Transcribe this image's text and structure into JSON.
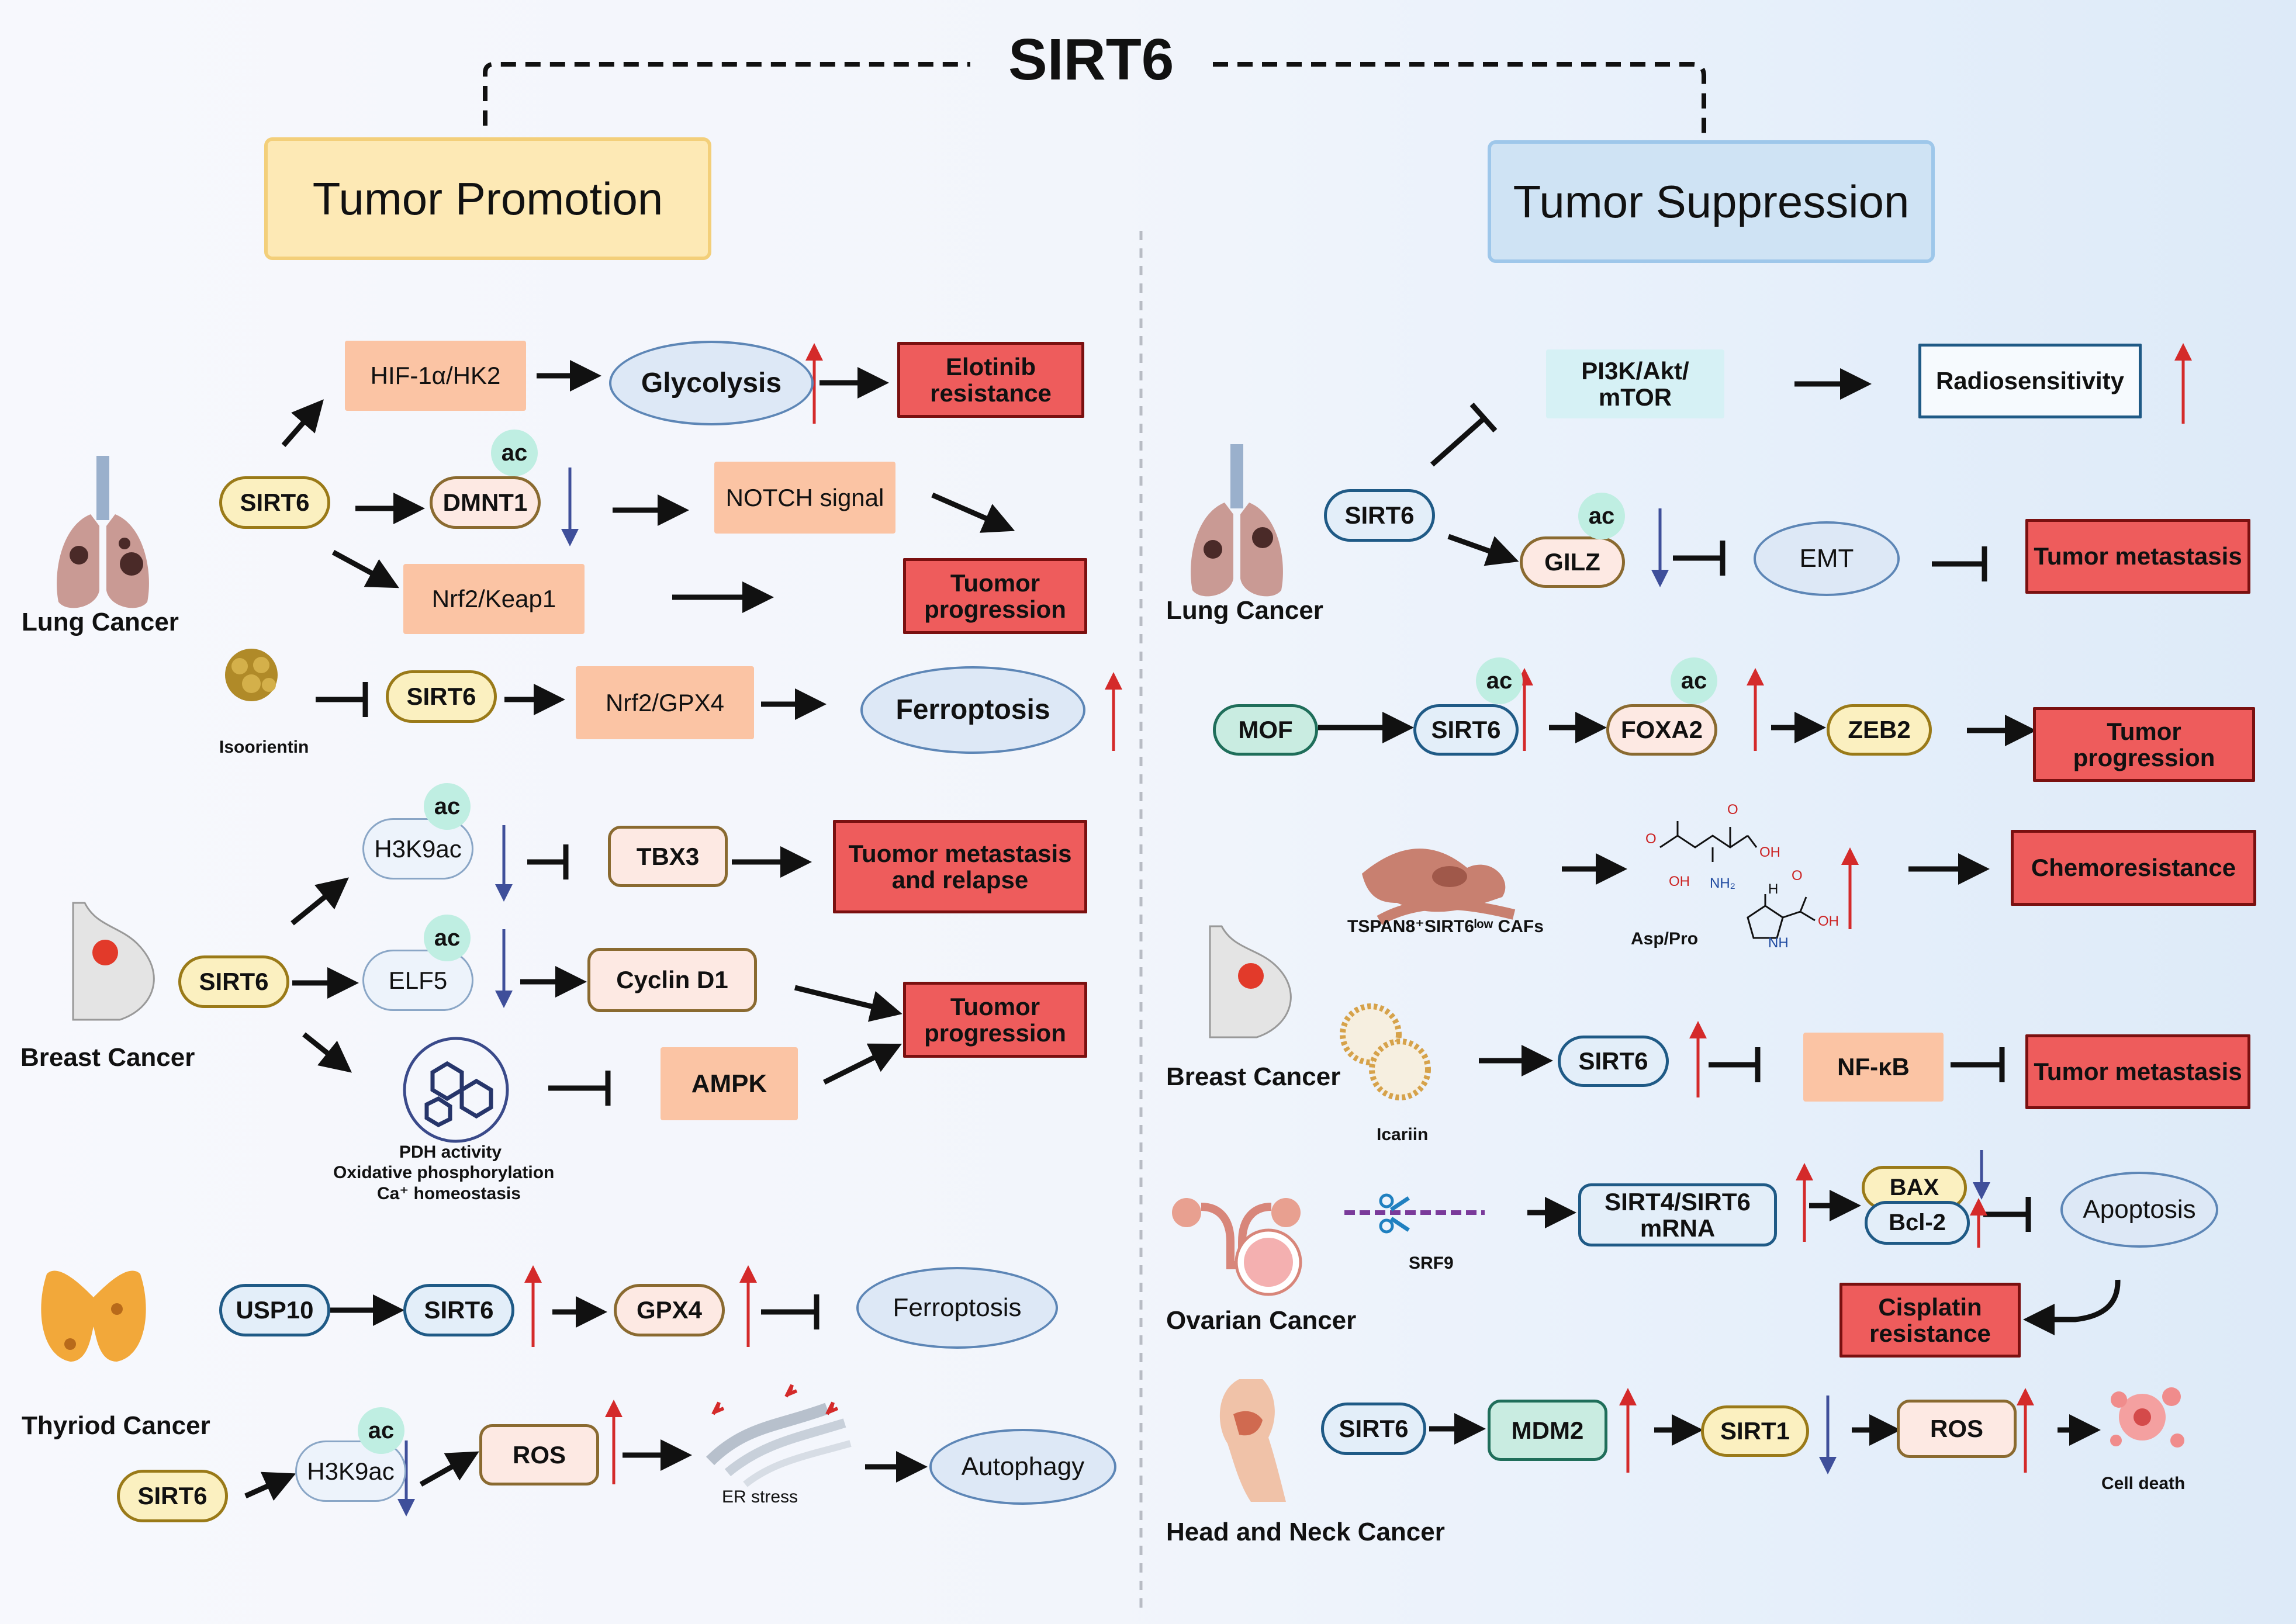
{
  "title": "SIRT6",
  "branches": {
    "promotion": "Tumor Promotion",
    "suppression": "Tumor Suppression"
  },
  "ac": "ac",
  "left": {
    "lung": {
      "label": "Lung Cancer",
      "hif": "HIF-1α/HK2",
      "glycolysis": "Glycolysis",
      "elotinib": "Elotinib resistance",
      "sirt6": "SIRT6",
      "dmnt1": "DMNT1",
      "notch": "NOTCH signal",
      "nrf2keap": "Nrf2/Keap1",
      "progression": "Tuomor progression",
      "isoorientin": "Isoorientin",
      "sirt6b": "SIRT6",
      "nrf2gpx4": "Nrf2/GPX4",
      "ferroptosis": "Ferroptosis"
    },
    "breast": {
      "label": "Breast Cancer",
      "sirt6": "SIRT6",
      "h3k9ac": "H3K9ac",
      "tbx3": "TBX3",
      "metastasis": "Tuomor metastasis and relapse",
      "elf5": "ELF5",
      "cyclin": "Cyclin D1",
      "progression": "Tuomor progression",
      "ampk": "AMPK",
      "pdh": [
        "PDH activity",
        "Oxidative phosphorylation",
        "Ca⁺ homeostasis"
      ]
    },
    "thyroid": {
      "label": "Thyriod Cancer",
      "usp10": "USP10",
      "sirt6": "SIRT6",
      "gpx4": "GPX4",
      "ferroptosis": "Ferroptosis",
      "sirt6b": "SIRT6",
      "h3k9ac": "H3K9ac",
      "ros": "ROS",
      "er": "ER stress",
      "autophagy": "Autophagy"
    }
  },
  "right": {
    "lung": {
      "label": "Lung Cancer",
      "pi3k": "PI3K/Akt/ mTOR",
      "radio": "Radiosensitivity",
      "sirt6": "SIRT6",
      "gilz": "GILZ",
      "emt": "EMT",
      "metastasis": "Tumor metastasis",
      "mof": "MOF",
      "sirt6b": "SIRT6",
      "foxa2": "FOXA2",
      "zeb2": "ZEB2",
      "progression": "Tumor progression"
    },
    "breast": {
      "label": "Breast Cancer",
      "cafs": "TSPAN8⁺SIRT6ˡᵒʷ CAFs",
      "asppro": "Asp/Pro",
      "chemo": "Chemoresistance",
      "oh1": "O",
      "oh2": "OH",
      "oh3": "OH",
      "oh4": "O",
      "oh5": "OH",
      "nh2": "NH₂",
      "h": "H",
      "o": "O",
      "oh6": "OH",
      "nh": "NH",
      "icariin": "Icariin",
      "sirt6": "SIRT6",
      "nfkb": "NF-κB",
      "metastasis": "Tumor metastasis"
    },
    "ovarian": {
      "label": "Ovarian Cancer",
      "srf9": "SRF9",
      "mrna": "SIRT4/SIRT6 mRNA",
      "bax": "BAX",
      "bcl2": "Bcl-2",
      "apoptosis": "Apoptosis",
      "cisplatin": "Cisplatin resistance"
    },
    "headneck": {
      "label": "Head and Neck Cancer",
      "sirt6": "SIRT6",
      "mdm2": "MDM2",
      "sirt1": "SIRT1",
      "ros": "ROS",
      "death": "Cell death"
    }
  },
  "colors": {
    "red_box": "#ee5c5c",
    "orange_box": "#fbc4a4",
    "up_arrow": "#d42a2a",
    "down_arrow": "#3f4f9a",
    "promotion_header": "#fde9b5",
    "suppression_header": "#cfe3f4"
  }
}
